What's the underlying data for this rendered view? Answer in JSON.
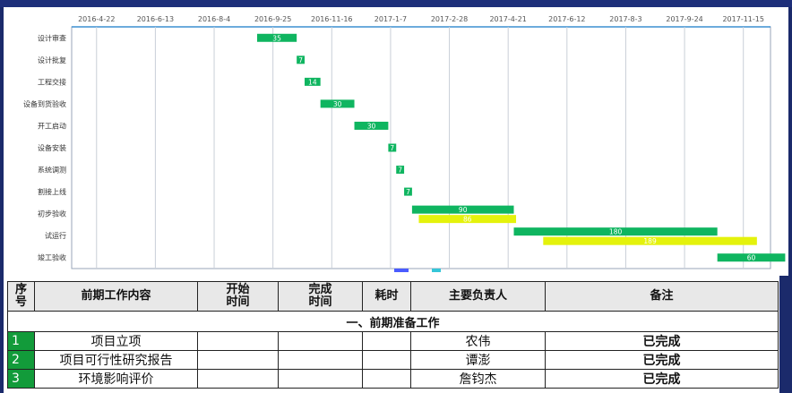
{
  "chart_data": {
    "type": "gantt",
    "x_ticks": [
      "2016-4-22",
      "2016-6-13",
      "2016-8-4",
      "2016-9-25",
      "2016-11-16",
      "2017-1-7",
      "2017-2-28",
      "2017-4-21",
      "2017-6-12",
      "2017-8-3",
      "2017-9-24",
      "2017-11-15"
    ],
    "x_range": [
      "2016-3-31",
      "2017-12-9"
    ],
    "grid": true,
    "categories": [
      "设计审查",
      "设计批复",
      "工程交接",
      "设备到货验收",
      "开工启动",
      "设备安装",
      "系统调测",
      "割接上线",
      "初步验收",
      "试运行",
      "竣工验收"
    ],
    "series": [
      {
        "color": "#0fb560",
        "tasks": [
          {
            "category": "设计审查",
            "start": "2016-9-11",
            "duration": 35
          },
          {
            "category": "设计批复",
            "start": "2016-10-16",
            "duration": 7
          },
          {
            "category": "工程交接",
            "start": "2016-10-23",
            "duration": 14
          },
          {
            "category": "设备到货验收",
            "start": "2016-11-6",
            "duration": 30
          },
          {
            "category": "开工启动",
            "start": "2016-12-6",
            "duration": 30
          },
          {
            "category": "设备安装",
            "start": "2017-1-5",
            "duration": 7
          },
          {
            "category": "系统调测",
            "start": "2017-1-12",
            "duration": 7
          },
          {
            "category": "割接上线",
            "start": "2017-1-19",
            "duration": 7
          },
          {
            "category": "初步验收",
            "start": "2017-1-26",
            "duration": 90
          },
          {
            "category": "试运行",
            "start": "2017-4-26",
            "duration": 180
          },
          {
            "category": "竣工验收",
            "start": "2017-10-23",
            "duration": 60
          }
        ]
      },
      {
        "color": "#e4f20c",
        "tasks": [
          {
            "category": "初步验收",
            "start": "2017-2-1",
            "duration": 86
          },
          {
            "category": "试运行",
            "start": "2017-5-22",
            "duration": 189
          }
        ]
      }
    ]
  },
  "table": {
    "headers": [
      "序\n号",
      "前期工作内容",
      "开始\n时间",
      "完成\n时间",
      "耗时",
      "主要负责人",
      "备注"
    ],
    "section_title": "一、前期准备工作",
    "rows": [
      {
        "num": "1",
        "content": "项目立项",
        "start": "",
        "end": "",
        "duration": "",
        "owner": "农伟",
        "remark": "已完成"
      },
      {
        "num": "2",
        "content": "项目可行性研究报告",
        "start": "",
        "end": "",
        "duration": "",
        "owner": "谭澎",
        "remark": "已完成"
      },
      {
        "num": "3",
        "content": "环境影响评价",
        "start": "",
        "end": "",
        "duration": "",
        "owner": "詹钧杰",
        "remark": "已完成"
      }
    ]
  }
}
